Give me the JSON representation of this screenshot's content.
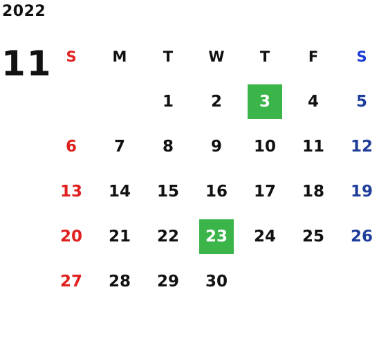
{
  "calendar": {
    "year": "2022",
    "month": "11",
    "weekdays": [
      "S",
      "M",
      "T",
      "W",
      "T",
      "F",
      "S"
    ],
    "weeks": [
      [
        "",
        "",
        "1",
        "2",
        "3",
        "4",
        "5"
      ],
      [
        "6",
        "7",
        "8",
        "9",
        "10",
        "11",
        "12"
      ],
      [
        "13",
        "14",
        "15",
        "16",
        "17",
        "18",
        "19"
      ],
      [
        "20",
        "21",
        "22",
        "23",
        "24",
        "25",
        "26"
      ],
      [
        "27",
        "28",
        "29",
        "30",
        "",
        "",
        ""
      ]
    ],
    "highlighted_days": [
      "3",
      "23"
    ]
  },
  "colors": {
    "sunday": "#e0201e",
    "saturday_header": "#1b3bd6",
    "saturday": "#1f3e9a",
    "highlight": "#3bb54a",
    "text": "#111111"
  }
}
